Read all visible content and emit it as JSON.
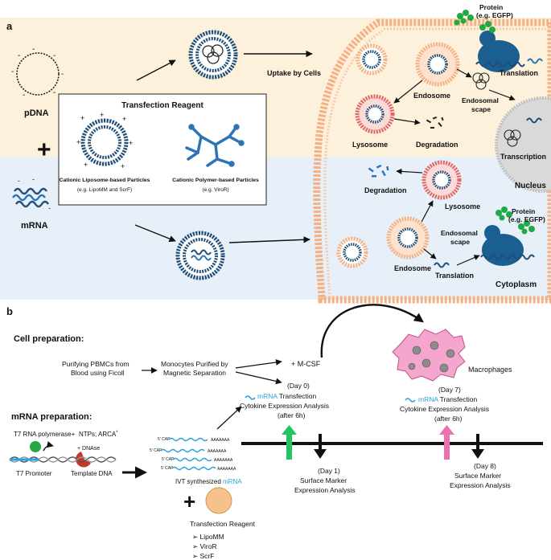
{
  "panel_a": {
    "label": "a",
    "pdna": "pDNA",
    "mrna": "mRNA",
    "plus": "+",
    "uptake": "Uptake by Cells",
    "reagent_title": "Transfection Reagent",
    "lipo_name": "Cationic Liposome-based Particles",
    "lipo_eg": "(e.g. LipoMM and ScrF)",
    "poly_name": "Cationic Polymer-based Particles",
    "poly_eg": "(e.g. ViroR)",
    "top": {
      "protein_1": "Protein",
      "protein_2": "(e.g. EGFP)",
      "translation": "Translation",
      "endosome": "Endosome",
      "endosomal_1": "Endosomal",
      "endosomal_2": "scape",
      "lysosome": "Lysosome",
      "degradation": "Degradation",
      "transcription": "Transcription",
      "nucleus": "Nucleus"
    },
    "bottom": {
      "degradation": "Degradation",
      "lysosome": "Lysosome",
      "endosomal_1": "Endosomal",
      "endosomal_2": "scape",
      "endosome": "Endosome",
      "protein_1": "Protein",
      "protein_2": "(e.g. EGFP)",
      "translation": "Translation",
      "cytoplasm": "Cytoplasm"
    }
  },
  "panel_b": {
    "label": "b",
    "cell_prep": "Cell preparation:",
    "mrna_prep": "mRNA preparation:",
    "pbmc_1": "Purifying PBMCs from",
    "pbmc_2": "Blood using Ficoll",
    "mono_1": "Monocytes Purified by",
    "mono_2": "Magnetic Separation",
    "mcsf": "+  M-CSF",
    "macrophages": "Macrophages",
    "day0": "(Day 0)",
    "day0_mrna": "mRNA",
    "day0_transfection": " Transfection",
    "day0_cytokine": "Cytokine Expression Analysis",
    "day0_after": "(after 6h)",
    "day7": "(Day 7)",
    "day7_mrna": "mRNA",
    "day7_transfection": " Transfection",
    "day7_cytokine": "Cytokine Expression Analysis",
    "day7_after": "(after 6h)",
    "day1": "(Day 1)",
    "day1_surface": "Surface Marker",
    "day1_expr": "Expression Analysis",
    "day8": "(Day 8)",
    "day8_surface": "Surface Marker",
    "day8_expr": "Expression Analysis",
    "t7_pol": "T7 RNA polymerase+",
    "ntps": "NTPs; ARCA",
    "ntps_star": "*",
    "dnase": "+ DNAse",
    "t7_promoter": "T7 Promoter",
    "template": "Template DNA",
    "cap": "5' CAP",
    "polya": "AAAAAAA",
    "ivt_1": "IVT synthesized",
    "ivt_2": "mRNA",
    "reagent": "Transfection Reagent",
    "reagents": [
      "LipoMM",
      "ViroR",
      "ScrF"
    ]
  },
  "colors": {
    "top_bg": "#fdf1dc",
    "bottom_bg": "#e7f0f9",
    "lipo_blue": "#1f4e79",
    "endosome_orange": "#f4b183",
    "lysosome_red": "#e06666",
    "nucleus_gray": "#d9d9d9",
    "arrow_green": "#22c55e",
    "arrow_pink": "#ec6fb0",
    "macrophage_pink": "#f4a6cf",
    "mrna_cyan": "#29a3d9"
  }
}
